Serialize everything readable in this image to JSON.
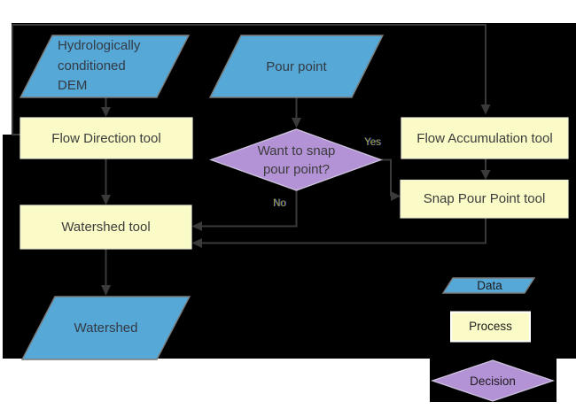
{
  "diagram": {
    "nodes": {
      "dem": {
        "label": "Hydrologically\nconditioned\nDEM",
        "type": "data"
      },
      "pour_point": {
        "label": "Pour point",
        "type": "data"
      },
      "flow_direction": {
        "label": "Flow Direction tool",
        "type": "process"
      },
      "flow_accumulation": {
        "label": "Flow Accumulation tool",
        "type": "process"
      },
      "decision": {
        "label": "Want to snap\npour point?",
        "type": "decision"
      },
      "snap_pour_point": {
        "label": "Snap Pour Point tool",
        "type": "process"
      },
      "watershed_tool": {
        "label": "Watershed tool",
        "type": "process"
      },
      "watershed": {
        "label": "Watershed",
        "type": "data"
      }
    },
    "edge_labels": {
      "yes": "Yes",
      "no": "No"
    },
    "legend": {
      "data": "Data",
      "process": "Process",
      "decision": "Decision"
    }
  },
  "colors": {
    "page-bg": "#ffffff",
    "canvas-bg": "#000000",
    "data-fill": "#56a8d6",
    "process-fill": "#fbfbc8",
    "decision-fill": "#b392d6",
    "connector": "#3a3a3a",
    "shape-text": "#3c3c3c",
    "data-text": "#333a45",
    "legend-text": "#1c1c1c",
    "edge-label": "#9e9e3c"
  }
}
